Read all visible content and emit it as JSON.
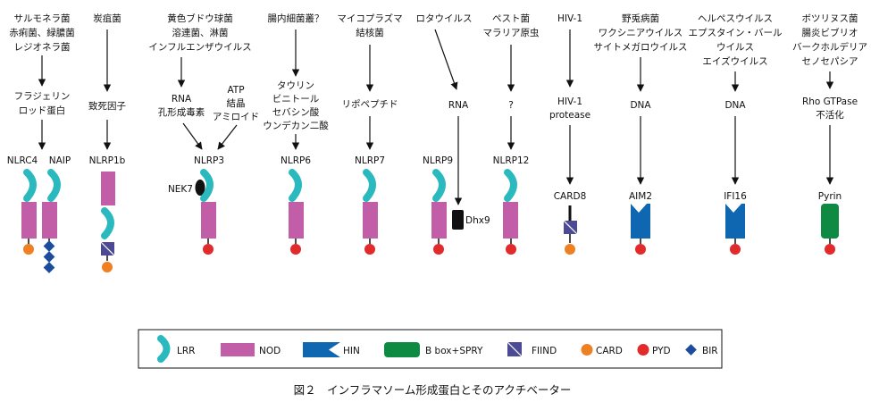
{
  "columns": [
    {
      "id": "nlrc4",
      "triggers": [
        "サルモネラ菌",
        "赤痢菌、緑膿菌",
        "レジオネラ菌"
      ],
      "intermediate": [
        "フラジェリン",
        "ロッド蛋白"
      ],
      "receptors": [
        "NLRC4",
        "NAIP"
      ]
    },
    {
      "id": "nlrp1b",
      "triggers": [
        "炭疽菌"
      ],
      "intermediate": [
        "致死因子"
      ],
      "receptors": [
        "NLRP1b"
      ]
    },
    {
      "id": "nlrp3",
      "triggers": [
        "黄色ブドウ球菌",
        "溶連菌、淋菌",
        "インフルエンザウイルス"
      ],
      "intermediate": [
        "RNA",
        "孔形成毒素"
      ],
      "intermediate2": [
        "ATP",
        "結晶",
        "アミロイド"
      ],
      "receptors": [
        "NLRP3"
      ],
      "partner": "NEK7"
    },
    {
      "id": "nlrp6",
      "triggers": [
        "腸内細菌叢？"
      ],
      "intermediate": [
        "タウリン",
        "ビニトール",
        "セバシン酸",
        "ウンデカン二酸"
      ],
      "receptors": [
        "NLRP6"
      ]
    },
    {
      "id": "nlrp7",
      "triggers": [
        "マイコプラズマ",
        "結核菌"
      ],
      "intermediate": [
        "リポペプチド"
      ],
      "receptors": [
        "NLRP7"
      ]
    },
    {
      "id": "nlrp9",
      "triggers": [
        "ロタウイルス"
      ],
      "intermediate": [
        "RNA"
      ],
      "receptors": [
        "NLRP9"
      ],
      "partner": "Dhx9"
    },
    {
      "id": "nlrp12",
      "triggers": [
        "ペスト菌",
        "マラリア原虫"
      ],
      "intermediate": [
        "?"
      ],
      "receptors": [
        "NLRP12"
      ]
    },
    {
      "id": "card8",
      "triggers": [
        "HIV-1"
      ],
      "intermediate": [
        "HIV-1",
        "protease"
      ],
      "receptors": [
        "CARD8"
      ]
    },
    {
      "id": "aim2",
      "triggers": [
        "野兎病菌",
        "ワクシニアウイルス",
        "サイトメガロウイルス"
      ],
      "intermediate": [
        "DNA"
      ],
      "receptors": [
        "AIM2"
      ]
    },
    {
      "id": "ifi16",
      "triggers": [
        "ヘルペスウイルス",
        "エプスタイン・バール",
        "ウイルス",
        "エイズウイルス"
      ],
      "intermediate": [
        "DNA"
      ],
      "receptors": [
        "IFI16"
      ]
    },
    {
      "id": "pyrin",
      "triggers": [
        "ボツリヌス菌",
        "腸炎ビブリオ",
        "バークホルデリア",
        "セノセパシア"
      ],
      "intermediate": [
        "Rho GTPase",
        "不活化"
      ],
      "receptors": [
        "Pyrin"
      ]
    }
  ],
  "legend": [
    {
      "key": "lrr",
      "label": "LRR"
    },
    {
      "key": "nod",
      "label": "NOD"
    },
    {
      "key": "hin",
      "label": "HIN"
    },
    {
      "key": "bbox",
      "label": "B box+SPRY"
    },
    {
      "key": "fiind",
      "label": "FIIND"
    },
    {
      "key": "card",
      "label": "CARD"
    },
    {
      "key": "pyd",
      "label": "PYD"
    },
    {
      "key": "bir",
      "label": "BIR"
    }
  ],
  "caption": "図２　インフラマソーム形成蛋白とそのアクチベーター",
  "colors": {
    "lrr": "#2ab9be",
    "nod": "#c25ea8",
    "hin": "#0f67b1",
    "bbox": "#0e8a43",
    "fiind": "#4d4a95",
    "card": "#ee7f22",
    "pyd": "#e32a2a",
    "bir": "#1d4c9c",
    "partner": "#111111"
  }
}
